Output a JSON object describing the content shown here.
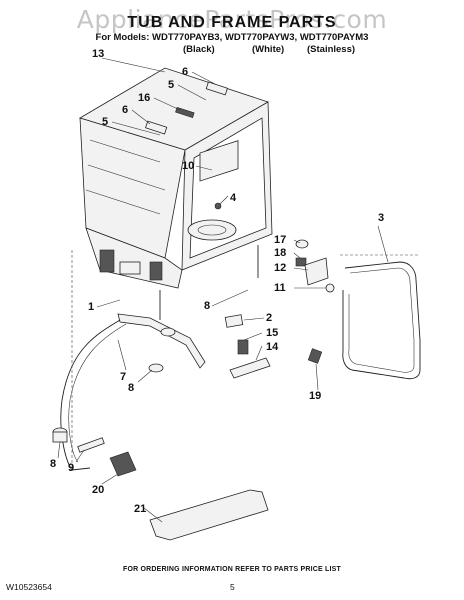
{
  "watermark": "AppliancePartsPros.com",
  "header": {
    "title": "TUB AND FRAME PARTS",
    "models": "For Models: WDT770PAYB3, WDT770PAYW3, WDT770PAYM3",
    "variants": [
      "(Black)",
      "(White)",
      "(Stainless)"
    ]
  },
  "callouts": [
    "13",
    "6",
    "5",
    "16",
    "6",
    "5",
    "10",
    "4",
    "3",
    "17",
    "18",
    "12",
    "11",
    "1",
    "8",
    "2",
    "15",
    "14",
    "7",
    "8",
    "19",
    "8",
    "9",
    "20",
    "21"
  ],
  "footer": {
    "note": "FOR ORDERING INFORMATION REFER TO PARTS PRICE LIST",
    "doc_number": "W10523654",
    "page": "5"
  }
}
